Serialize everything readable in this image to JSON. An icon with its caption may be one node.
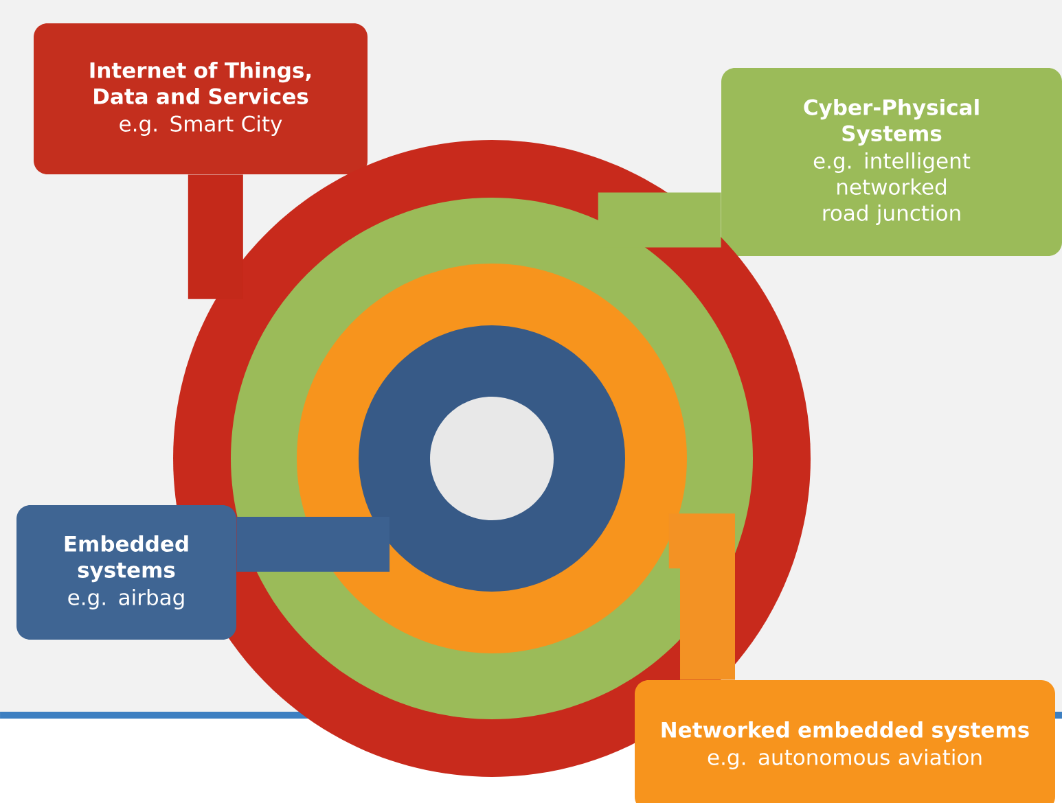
{
  "diagram": {
    "nodes": [
      {
        "text": [
          "Internet of Things, Data and Services",
          "e.g. Smart City"
        ]
      },
      {
        "text": [
          "Cyber-Physical Systems",
          "e.g. intelligent networked road junction"
        ]
      },
      {
        "text": [],
        "shape": "circle"
      },
      {
        "text": [],
        "shape": "circle",
        "in": 2
      },
      {
        "text": [],
        "shape": "circle",
        "in": 3
      },
      {
        "text": [],
        "shape": "circle",
        "in": 4
      },
      {
        "text": [],
        "shape": "circle",
        "in": 5
      },
      {
        "text": [
          "Embedded systems",
          "e.g. airbag"
        ]
      },
      {
        "text": [
          "Networked embedded systems",
          "e.g. autonomous aviation"
        ]
      }
    ],
    "edges": [
      {
        "from": 0,
        "to": 2,
        "arrow": "none",
        "color": "#c4291a"
      },
      {
        "from": 1,
        "to": 3,
        "arrow": "none",
        "color": "#9bbb59"
      },
      {
        "from": 7,
        "to": 5,
        "arrow": "none",
        "color": "#3c6190"
      },
      {
        "from": 8,
        "to": 4,
        "arrow": "none",
        "color": "#f39224"
      }
    ]
  }
}
